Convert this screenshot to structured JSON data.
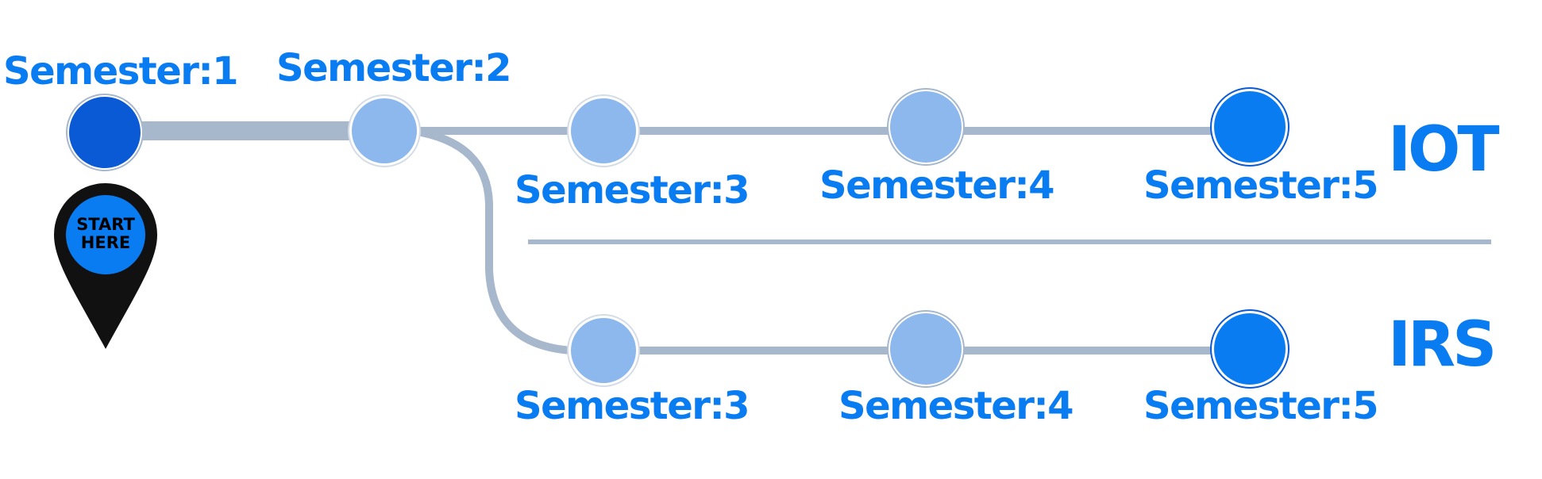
{
  "start_marker": {
    "line1": "START",
    "line2": "HERE"
  },
  "semester_1": {
    "label": "Semester:1"
  },
  "semester_2": {
    "label": "Semester:2"
  },
  "tracks": {
    "iot": {
      "name": "IOT",
      "labels": [
        "Semester:3",
        "Semester:4",
        "Semester:5"
      ]
    },
    "irs": {
      "name": "IRS",
      "labels": [
        "Semester:3",
        "Semester:4",
        "Semester:5"
      ]
    }
  },
  "colors": {
    "line": "#a7b7cc",
    "node_dark": "#0a5ad6",
    "node_light": "#8db8ee",
    "node_bright": "#0a7cf2",
    "label": "#0a7cf2",
    "pin": "#111111"
  }
}
